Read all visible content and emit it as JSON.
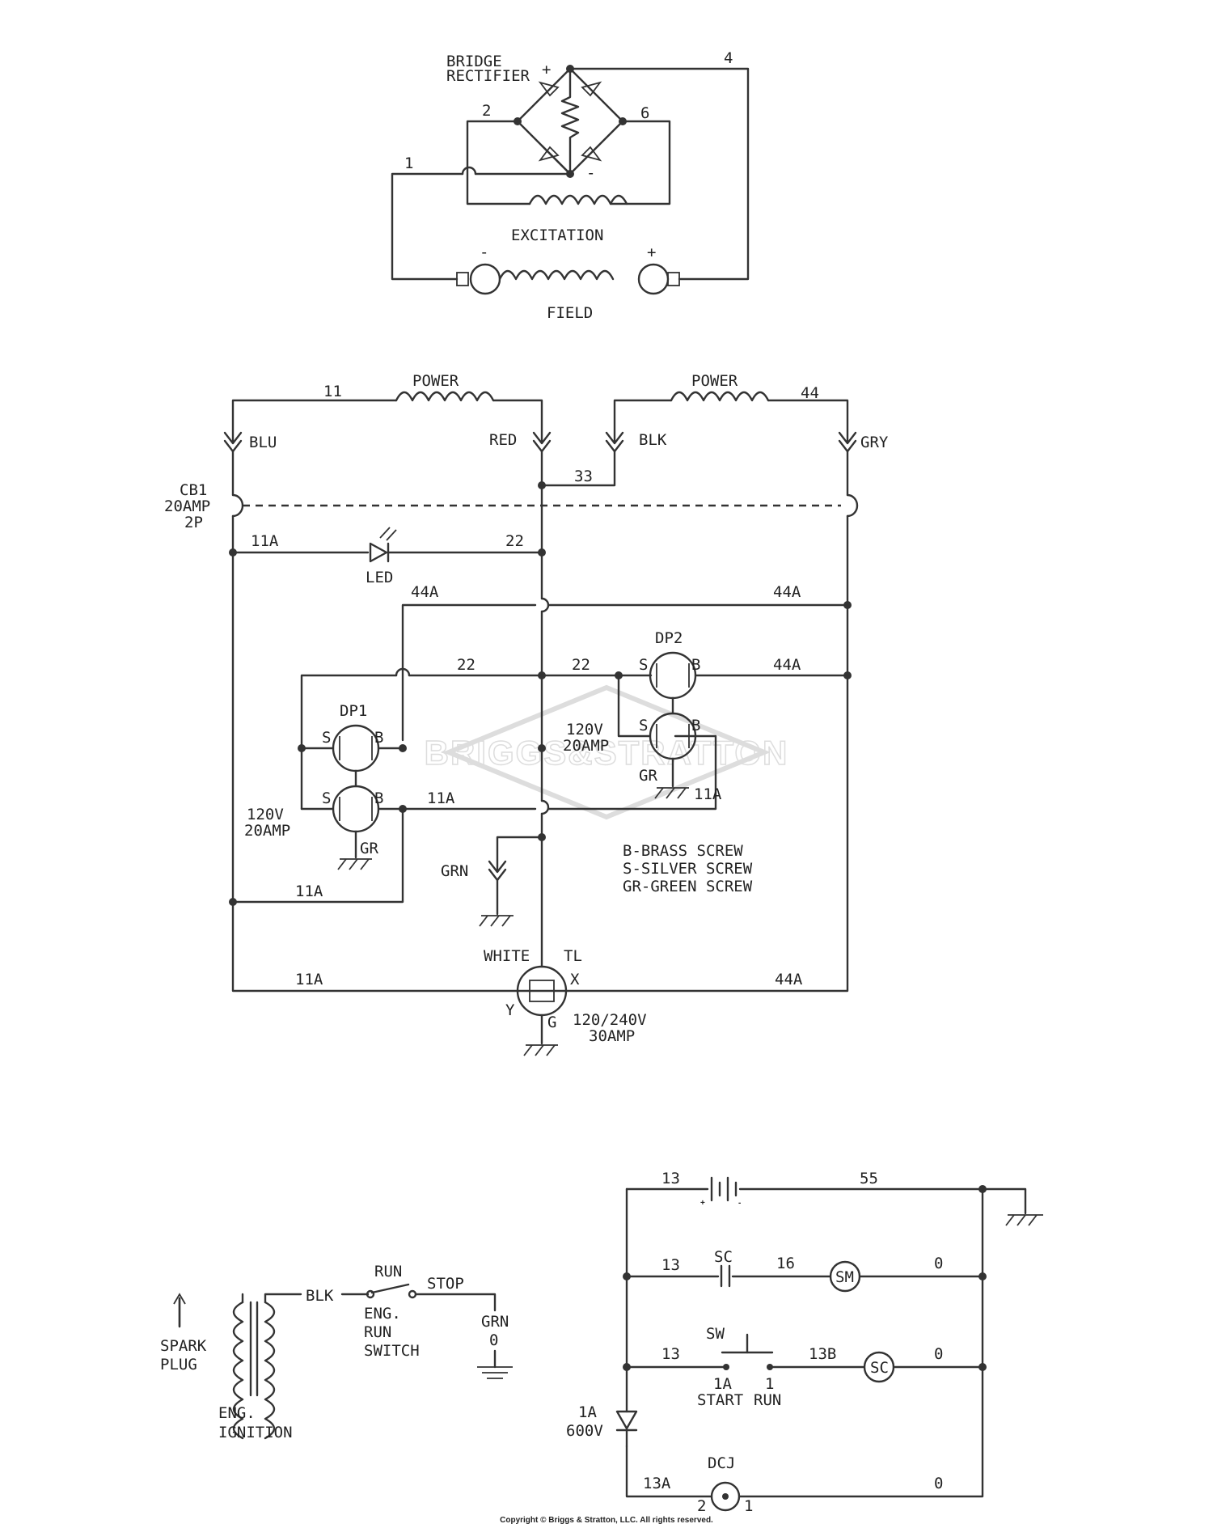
{
  "exciter": {
    "bridge_label_1": "BRIDGE",
    "bridge_label_2": "RECTIFIER",
    "plus": "+",
    "minus": "-",
    "wire_1": "1",
    "wire_2": "2",
    "wire_4": "4",
    "wire_6": "6",
    "excitation": "EXCITATION",
    "field": "FIELD",
    "brush_minus": "-",
    "brush_plus": "+"
  },
  "power": {
    "power_label": "POWER",
    "wire_11": "11",
    "wire_44": "44",
    "wire_33": "33",
    "blu": "BLU",
    "red": "RED",
    "blk": "BLK",
    "gry": "GRY",
    "cb1_1": "CB1",
    "cb1_2": "20AMP",
    "cb1_3": "2P",
    "wire_11a": "11A",
    "wire_22": "22",
    "wire_44a": "44A",
    "led": "LED",
    "dp1": "DP1",
    "dp2": "DP2",
    "s": "S",
    "b": "B",
    "gr": "GR",
    "rating_120v": "120V",
    "rating_20amp": "20AMP",
    "grn": "GRN",
    "legend_1": "B-BRASS SCREW",
    "legend_2": "S-SILVER SCREW",
    "legend_3": "GR-GREEN SCREW",
    "white": "WHITE",
    "tl": "TL",
    "x": "X",
    "y": "Y",
    "g": "G",
    "tl_rating_1": "120/240V",
    "tl_rating_2": "30AMP"
  },
  "ignition": {
    "spark_1": "SPARK",
    "spark_2": "PLUG",
    "blk": "BLK",
    "run": "RUN",
    "stop": "STOP",
    "switch_1": "ENG.",
    "switch_2": "RUN",
    "switch_3": "SWITCH",
    "grn": "GRN",
    "zero": "0",
    "ign_1": "ENG.",
    "ign_2": "IGNITION"
  },
  "starter": {
    "w13": "13",
    "w55": "55",
    "sc": "SC",
    "w16": "16",
    "sm": "SM",
    "zero": "0",
    "sw": "SW",
    "w13b": "13B",
    "w1a": "1A",
    "w1": "1",
    "start": "START",
    "run": "RUN",
    "diode_1": "1A",
    "diode_2": "600V",
    "dcj": "DCJ",
    "w13a": "13A",
    "pin2": "2",
    "pin1": "1"
  },
  "watermark": "BRIGGS&STRATTON",
  "copyright": "Copyright © Briggs & Stratton, LLC. All rights reserved."
}
